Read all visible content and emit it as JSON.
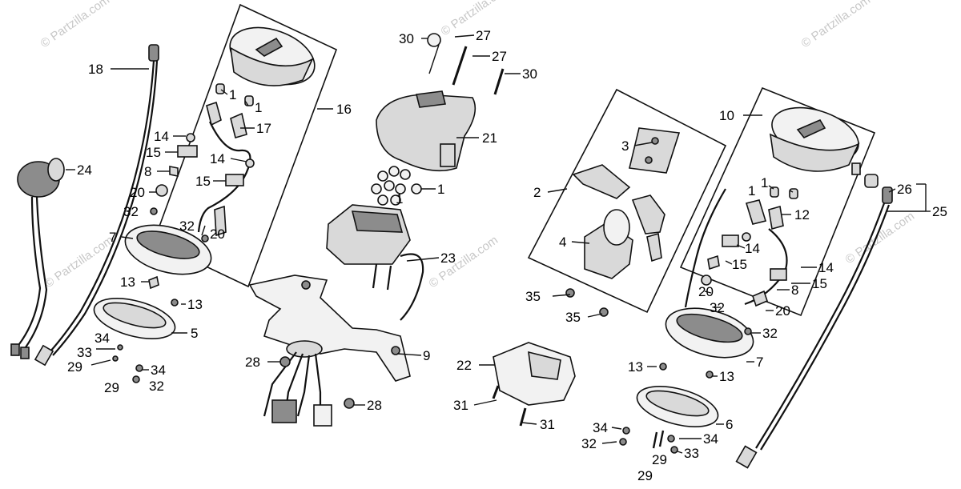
{
  "watermark": "© Partzilla.com",
  "callouts": {
    "c1a": "1",
    "c1b": "1",
    "c1c": "1",
    "c1d": "1",
    "c1e": "1",
    "c1f": "1",
    "c2": "2",
    "c3": "3",
    "c4": "4",
    "c5": "5",
    "c6": "6",
    "c7a": "7",
    "c7b": "7",
    "c8a": "8",
    "c8b": "8",
    "c9": "9",
    "c10": "10",
    "c12": "12",
    "c13a": "13",
    "c13b": "13",
    "c13c": "13",
    "c13d": "13",
    "c14a": "14",
    "c14b": "14",
    "c14c": "14",
    "c14d": "14",
    "c15a": "15",
    "c15b": "15",
    "c15c": "15",
    "c15d": "15",
    "c16": "16",
    "c17": "17",
    "c18": "18",
    "c20a": "20",
    "c20b": "20",
    "c20c": "20",
    "c20d": "20",
    "c21": "21",
    "c22": "22",
    "c23": "23",
    "c24": "24",
    "c25": "25",
    "c26": "26",
    "c27a": "27",
    "c27b": "27",
    "c28a": "28",
    "c28b": "28",
    "c29a": "29",
    "c29b": "29",
    "c29c": "29",
    "c29d": "29",
    "c30a": "30",
    "c30b": "30",
    "c31a": "31",
    "c31b": "31",
    "c32a": "32",
    "c32b": "32",
    "c32c": "32",
    "c32d": "32",
    "c32e": "32",
    "c32f": "32",
    "c33a": "33",
    "c33b": "33",
    "c34a": "34",
    "c34b": "34",
    "c34c": "34",
    "c34d": "34",
    "c35a": "35",
    "c35b": "35"
  }
}
